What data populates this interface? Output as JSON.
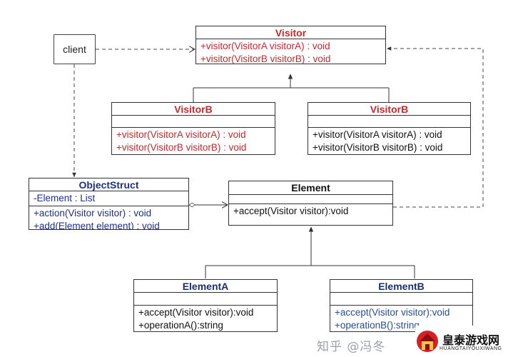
{
  "client": {
    "label": "client"
  },
  "visitor": {
    "title": "Visitor",
    "methods": [
      "+visitor(VisitorA visitorA) : void",
      "+visitor(VisitorB visitorB) : void"
    ]
  },
  "visitor_left": {
    "title": "VisitorB",
    "methods": [
      "+visitor(VisitorA visitorA) : void",
      "+visitor(VisitorB visitorB) : void"
    ]
  },
  "visitor_right": {
    "title": "VisitorB",
    "methods": [
      "+visitor(VisitorA visitorA) : void",
      "+visitor(VisitorB visitorB) : void"
    ]
  },
  "object_struct": {
    "title": "ObjectStruct",
    "fields": [
      "-Element : List"
    ],
    "methods": [
      "+action(Visitor visitor) : void",
      "+add(Element element) : void"
    ]
  },
  "element": {
    "title": "Element",
    "methods": [
      "+accept(Visitor visitor):void"
    ]
  },
  "element_a": {
    "title": "ElementA",
    "methods": [
      "+accept(Visitor visitor):void",
      "+operationA():string"
    ]
  },
  "element_b": {
    "title": "ElementB",
    "methods": [
      "+accept(Visitor visitor):void",
      "+operationB():string"
    ]
  },
  "watermark": {
    "source": "知乎 @冯冬",
    "brand": "皇泰游戏网",
    "subtitle": "HUANGTAIYOUXIWANG"
  },
  "colors": {
    "visitor_red": "#c8282a",
    "object_struct_navy": "#1f2f8e",
    "element_b_blue": "#2a4c95",
    "line_gray": "#333333"
  }
}
